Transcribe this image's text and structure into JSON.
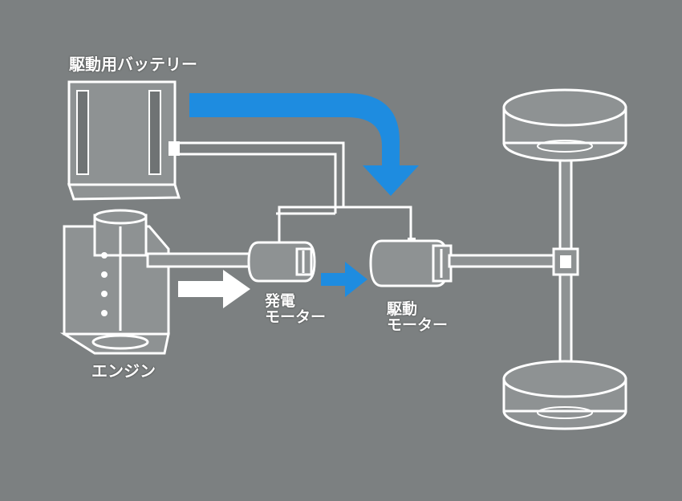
{
  "labels": {
    "battery": "駆動用バッテリー",
    "engine": "エンジン",
    "generator_line1": "発電",
    "generator_line2": "モーター",
    "drive_motor_line1": "駆動",
    "drive_motor_line2": "モーター"
  },
  "colors": {
    "background": "#7c8081",
    "outline": "#ffffff",
    "fill": "#8e9293",
    "arrow_blue": "#1e8ce0",
    "arrow_white": "#ffffff"
  }
}
